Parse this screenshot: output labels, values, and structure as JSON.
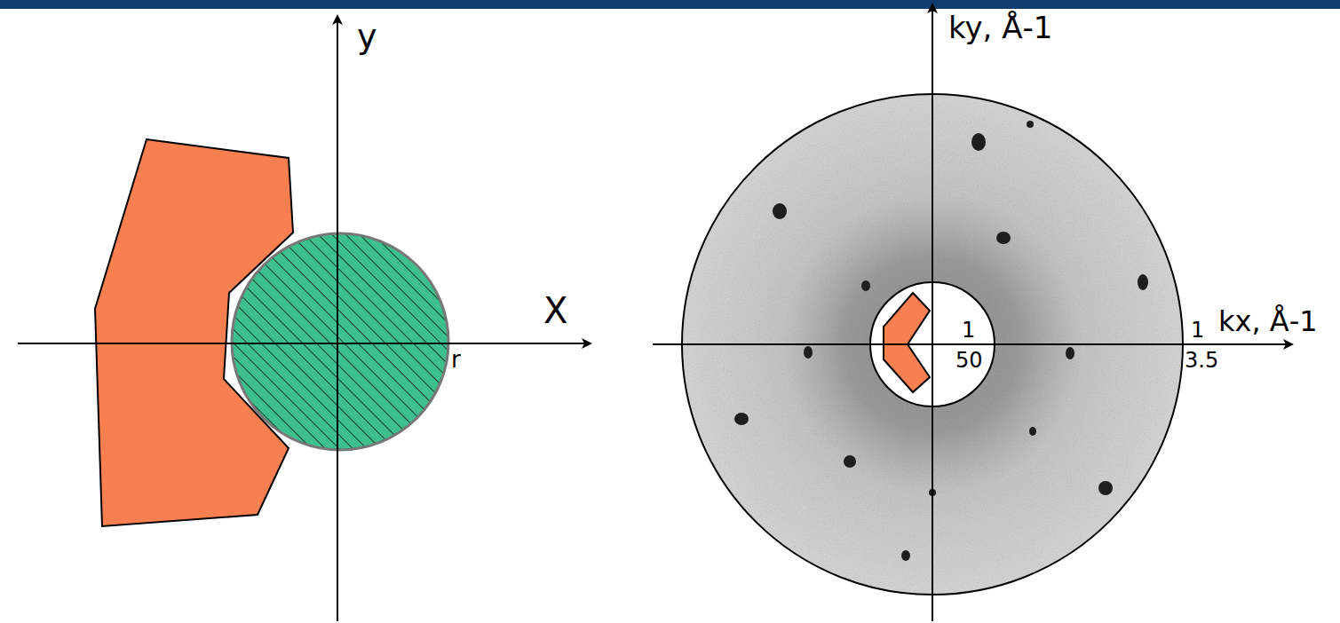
{
  "diagram": {
    "labels": [
      "y",
      "X",
      "r",
      "ky, Å-1",
      "1",
      "50",
      "kx, Å-1",
      "1",
      "3.5"
    ]
  }
}
